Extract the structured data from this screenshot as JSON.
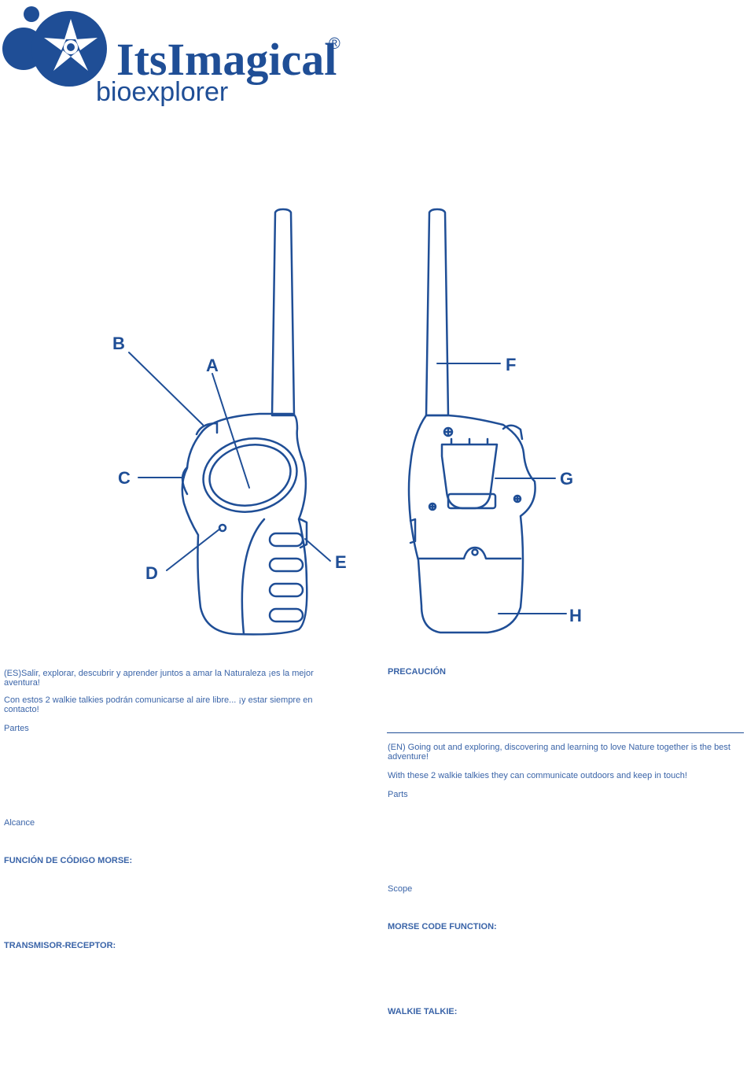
{
  "brand": {
    "name": "ItsImagical",
    "registered": "®",
    "tagline": "bioexplorer",
    "colors": {
      "primary": "#1f4e96",
      "text": "#3a64a8"
    }
  },
  "figure": {
    "labels": [
      "A",
      "B",
      "C",
      "D",
      "E",
      "F",
      "G",
      "H"
    ]
  },
  "es": {
    "intro1": "(ES)Salir, explorar, descubrir y aprender juntos a amar la Naturaleza ¡es la mejor aventura!",
    "intro2": "Con estos 2 walkie talkies podrán comunicarse al aire libre... ¡y estar siempre en contacto!",
    "parts": "Partes",
    "range": "Alcance",
    "morse": "FUNCIÓN DE CÓDIGO MORSE:",
    "transceiver": "TRANSMISOR-RECEPTOR:",
    "caution": "PRECAUCIÓN"
  },
  "en": {
    "intro1": "(EN) Going out and exploring, discovering and learning to love Nature together is the best adventure!",
    "intro2": "With these 2 walkie talkies they can communicate outdoors and keep in touch!",
    "parts": "Parts",
    "scope": "Scope",
    "morse": "MORSE CODE FUNCTION:",
    "walkie": "WALKIE TALKIE:"
  }
}
